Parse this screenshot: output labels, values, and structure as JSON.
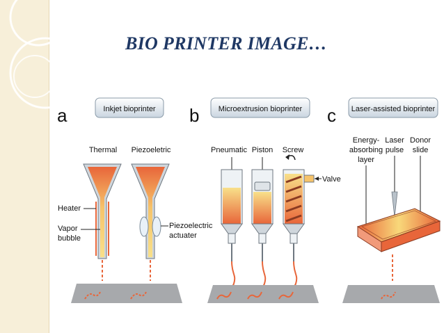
{
  "slide": {
    "title": "BIO PRINTER IMAGE…"
  },
  "panels": [
    {
      "letter": "a",
      "name": "Inkjet bioprinter",
      "types": [
        "Thermal",
        "Piezoeletric"
      ],
      "labels": {
        "heater": "Heater",
        "vapor1": "Vapor",
        "vapor2": "bubble",
        "piezo1": "Piezoelectric",
        "piezo2": "actuater"
      }
    },
    {
      "letter": "b",
      "name": "Microextrusion bioprinter",
      "types": [
        "Pneumatic",
        "Piston",
        "Screw"
      ],
      "labels": {
        "valve": "Valve"
      }
    },
    {
      "letter": "c",
      "name": "Laser-assisted bioprinter",
      "labels": {
        "energy1": "Energy-",
        "energy2": "absorbing",
        "energy3": "layer",
        "laser1": "Laser",
        "laser2": "pulse",
        "donor1": "Donor",
        "donor2": "slide"
      }
    }
  ],
  "colors": {
    "title": "#1f3864",
    "ink": "#f2a04a",
    "fluid_light": "#f8e08a",
    "fluid_dark": "#e8663a",
    "nozzle_gray": "#cfd6dc",
    "stage": "#a7a9ac",
    "box_fill": "#dde6ee",
    "accent_strip": "#f7efd9"
  }
}
